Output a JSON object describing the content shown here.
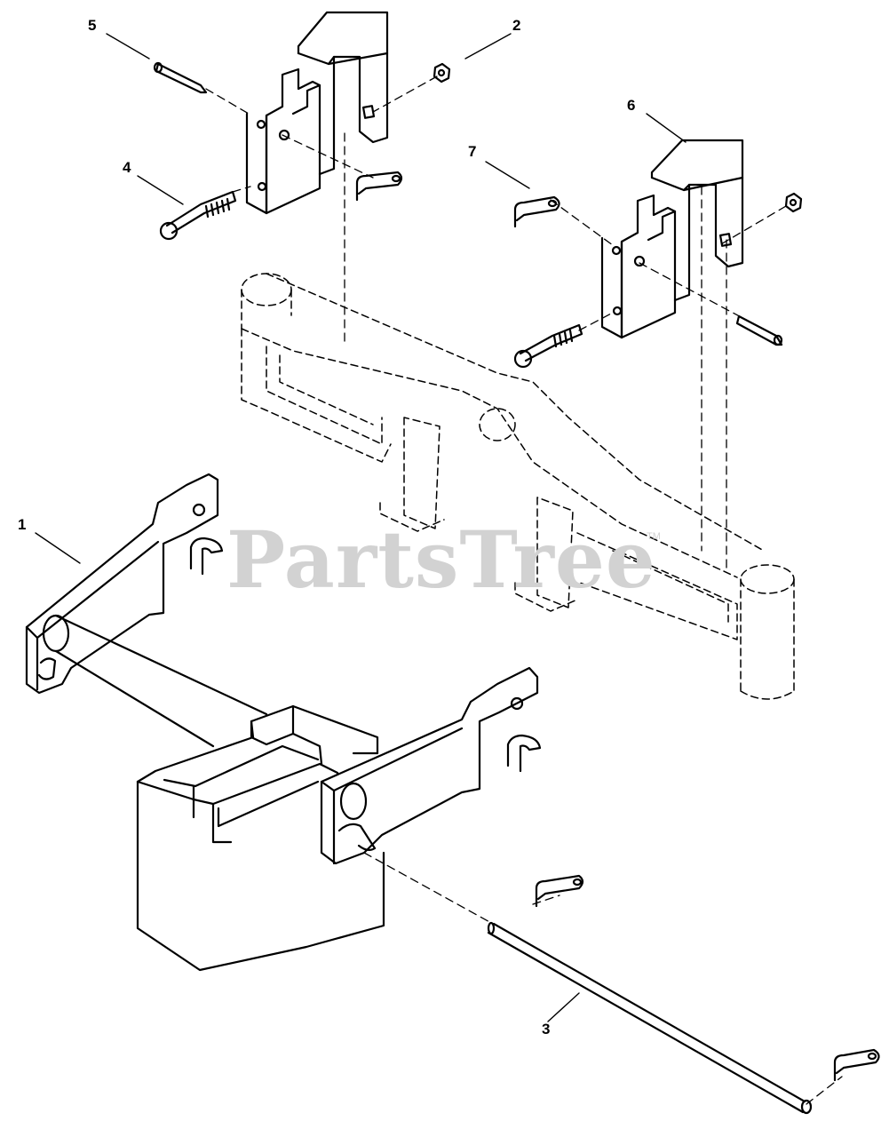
{
  "watermark": {
    "text": "PartsTree",
    "trademark": "TM"
  },
  "callouts": [
    {
      "id": "5",
      "label": "5"
    },
    {
      "id": "2",
      "label": "2"
    },
    {
      "id": "6",
      "label": "6"
    },
    {
      "id": "7",
      "label": "7"
    },
    {
      "id": "4",
      "label": "4"
    },
    {
      "id": "1",
      "label": "1"
    },
    {
      "id": "3",
      "label": "3"
    }
  ]
}
